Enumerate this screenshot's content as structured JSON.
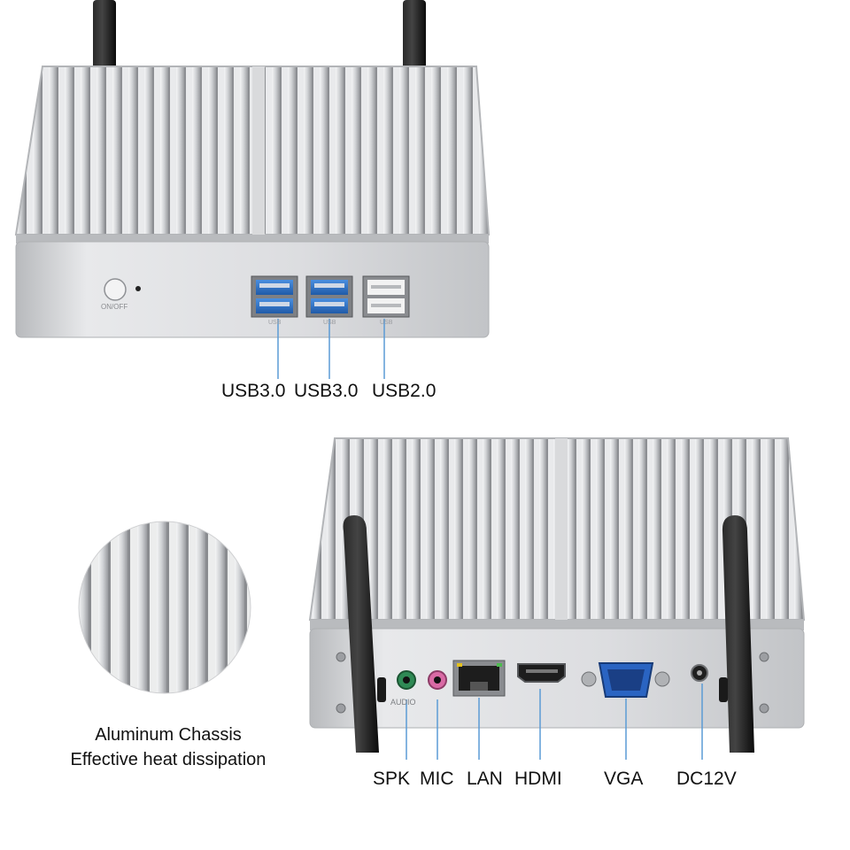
{
  "front_labels": {
    "usb3_left": "USB3.0",
    "usb3_right": "USB3.0",
    "usb2": "USB2.0"
  },
  "front_panel": {
    "power_label": "ON/OFF",
    "port_marks": [
      "USB",
      "USB",
      "USB"
    ]
  },
  "rear_labels": {
    "spk": "SPK",
    "mic": "MIC",
    "lan": "LAN",
    "hdmi": "HDMI",
    "vga": "VGA",
    "dc": "DC12V"
  },
  "rear_panel": {
    "audio_label": "AUDIO"
  },
  "caption": {
    "line1": "Aluminum Chassis",
    "line2": "Effective heat dissipation"
  },
  "colors": {
    "background": "#ffffff",
    "chassis": "#dcdde0",
    "usb3_blue": "#2a6fc9",
    "callout_line": "#5b9bd5",
    "antenna": "#111111"
  }
}
